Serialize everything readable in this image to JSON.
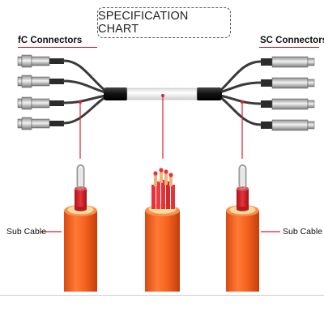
{
  "title": "SPECIFICATION CHART",
  "left_connector_label": "fC Connectors",
  "right_connector_label": "SC Connectors",
  "left_sub_cable_label": "Sub Cable",
  "right_sub_cable_label": "Sub Cable",
  "colors": {
    "accent_red": "#d8232a",
    "cable_orange": "#f25c1c",
    "jacket_black": "#1a1a1a",
    "aramid_yellow": "#f6dca0"
  }
}
